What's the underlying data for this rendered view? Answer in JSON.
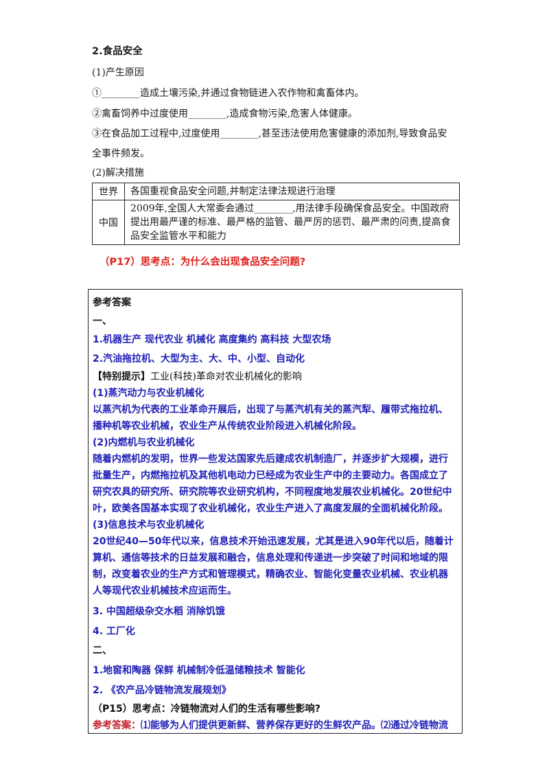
{
  "section": {
    "title": "2.食品安全",
    "causes_heading": "(1)产生原因",
    "cause1": "①________造成土壤污染,并通过食物链进入农作物和禽畜体内。",
    "cause2": "②禽畜饲养中过度使用________,造成食物污染,危害人体健康。",
    "cause3_a": "③在食品加工过程中,过度使用________,甚至违法使用危害健康的添加剂,导致食品安",
    "cause3_b": "全事件频发。",
    "measures_heading": "(2)解决措施",
    "table": [
      {
        "label": "世界",
        "content": "各国重视食品安全问题,并制定法律法规进行治理"
      },
      {
        "label": "中国",
        "content": "2009年,全国人大常委会通过________,用法律手段确保食品安全。中国政府提出用最严谨的标准、最严格的监管、最严厉的惩罚、最严肃的问责,提高食品安全监管水平和能力"
      }
    ]
  },
  "thinking_point": "（P17）思考点：为什么会出现食品安全问题?",
  "answers": {
    "heading": "参考答案",
    "part1": "一、",
    "a1": "1.机器生产   现代农业   机械化  高度集约  高科技  大型农场",
    "a2": "2.汽油拖拉机、大型为主、大、中、小型、自动化",
    "tip_label": "【特别提示】",
    "tip_text": "工业(科技)革命对农业机械化的影响",
    "t1_head": "(1)蒸汽动力与农业机械化",
    "t1_l1": "以蒸汽机为代表的工业革命开展后，出现了与蒸汽机有关的蒸汽犁、履带式拖拉机、",
    "t1_l2": "播种机等农业机械，农业生产从传统农业阶段进入机械化阶段。",
    "t2_head": "(2)内燃机与农业机械化",
    "t2_l1": "随着内燃机的发明，世界一些发达国家先后建成农机制造厂，并逐步扩大规模，进行",
    "t2_l2": "批量生产，内燃拖拉机及其他机电动力已经成为农业生产中的主要动力。各国成立了",
    "t2_l3": "研究农具的研究所、研究院等农业研究机构，不同程度地发展农业机械化。20世纪中",
    "t2_l4": "叶，欧美各国基本实现了农业机械化，农业生产进入了高度发展的全面机械化阶段。",
    "t3_head": "(3)信息技术与农业机械化",
    "t3_l1": "20世纪40—50年代以来，信息技术开始迅速发展，尤其是进入90年代以后，随着计",
    "t3_l2": "算机、通信等技术的日益发展和融合，信息处理和传递进一步突破了时间和地域的限",
    "t3_l3": "制，改变着农业的生产方式和管理模式，精确农业、智能化变量农业机械、农业机器",
    "t3_l4": "人等现代农业机械技术应运而生。",
    "a3": "3.  中国超级杂交水稻  消除饥饿",
    "a4": "4.  工厂化",
    "part2": "二、",
    "b1": "1.地窖和陶器  保鲜  机械制冷低温储粮技术  智能化",
    "b2": "2.  《农产品冷链物流发展规划》",
    "p15": "（P15）思考点：冷链物流对人们的生活有哪些影响?",
    "final_label": "参考答案：",
    "final_text": "⑴能够为人们提供更新鲜、营养保存更好的生鲜农产品。⑵通过冷链物流"
  }
}
